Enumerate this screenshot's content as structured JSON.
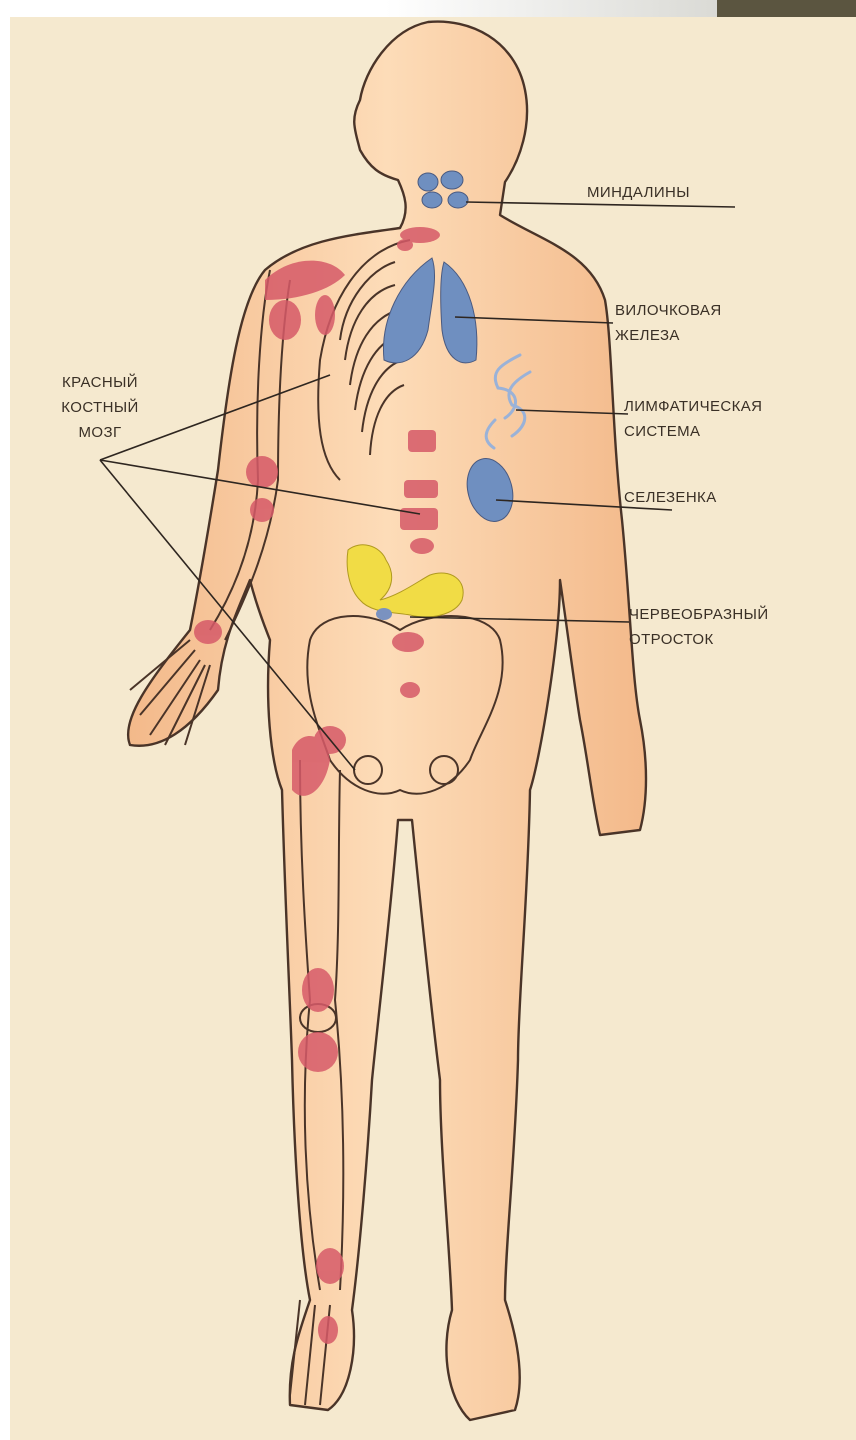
{
  "labels": {
    "tonsils": "МИНДАЛИНЫ",
    "thymus": [
      "ВИЛОЧКОВАЯ",
      "ЖЕЛЕЗА"
    ],
    "lymphatic": [
      "ЛИМФАТИЧЕСКАЯ",
      "СИСТЕМА"
    ],
    "spleen": "СЕЛЕЗЕНКА",
    "appendix": [
      "ЧЕРВЕОБРАЗНЫЙ",
      "ОТРОСТОК"
    ],
    "marrow": [
      "КРАСНЫЙ",
      "КОСТНЫЙ",
      "МОЗГ"
    ]
  },
  "colors": {
    "paper": "#f5e9cf",
    "skin": "#fbd4ad",
    "bone_marrow": "#d65a68",
    "lymph_organs": "#6f8fc0",
    "appendix": "#f1dc45",
    "outline": "#4a3428"
  }
}
